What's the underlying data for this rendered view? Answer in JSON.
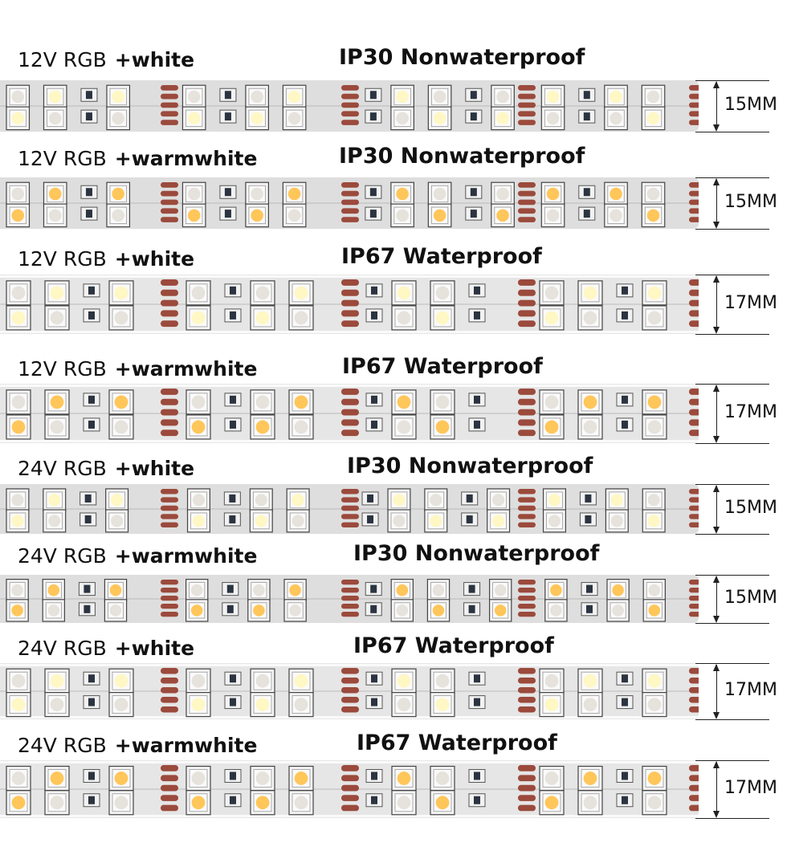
{
  "rows": [
    {
      "voltage": "12V RGB",
      "color": "+white",
      "rating": "IP30 Nonwaterproof",
      "width": "15MM",
      "led_color": "#fff7c4",
      "waterproof": false
    },
    {
      "voltage": "12V RGB",
      "color": "+warmwhite",
      "rating": "IP30 Nonwaterproof",
      "width": "15MM",
      "led_color": "#ffc65a",
      "waterproof": false
    },
    {
      "voltage": "12V RGB",
      "color": "+white",
      "rating": "IP67 Waterproof",
      "width": "17MM",
      "led_color": "#fff7c4",
      "waterproof": true
    },
    {
      "voltage": "12V RGB",
      "color": "+warmwhite",
      "rating": "IP67 Waterproof",
      "width": "17MM",
      "led_color": "#ffc65a",
      "waterproof": true
    },
    {
      "voltage": "24V RGB",
      "color": "+white",
      "rating": "IP30 Nonwaterproof",
      "width": "15MM",
      "led_color": "#fff7c4",
      "waterproof": false
    },
    {
      "voltage": "24V RGB",
      "color": "+warmwhite",
      "rating": "IP30 Nonwaterproof",
      "width": "15MM",
      "led_color": "#ffc65a",
      "waterproof": false
    },
    {
      "voltage": "24V RGB",
      "color": "+white",
      "rating": "IP67 Waterproof",
      "width": "17MM",
      "led_color": "#fff7c4",
      "waterproof": true
    },
    {
      "voltage": "24V RGB",
      "color": "+warmwhite",
      "rating": "IP67 Waterproof",
      "width": "17MM",
      "led_color": "#ffc65a",
      "waterproof": true
    }
  ],
  "colors": {
    "pcb": "#dedede",
    "pcb_edge": "#b9b9b9",
    "rgb_chip": "#e6e2dc",
    "copper_pad": "#9b4a3c",
    "resistor": "#2b3440"
  }
}
